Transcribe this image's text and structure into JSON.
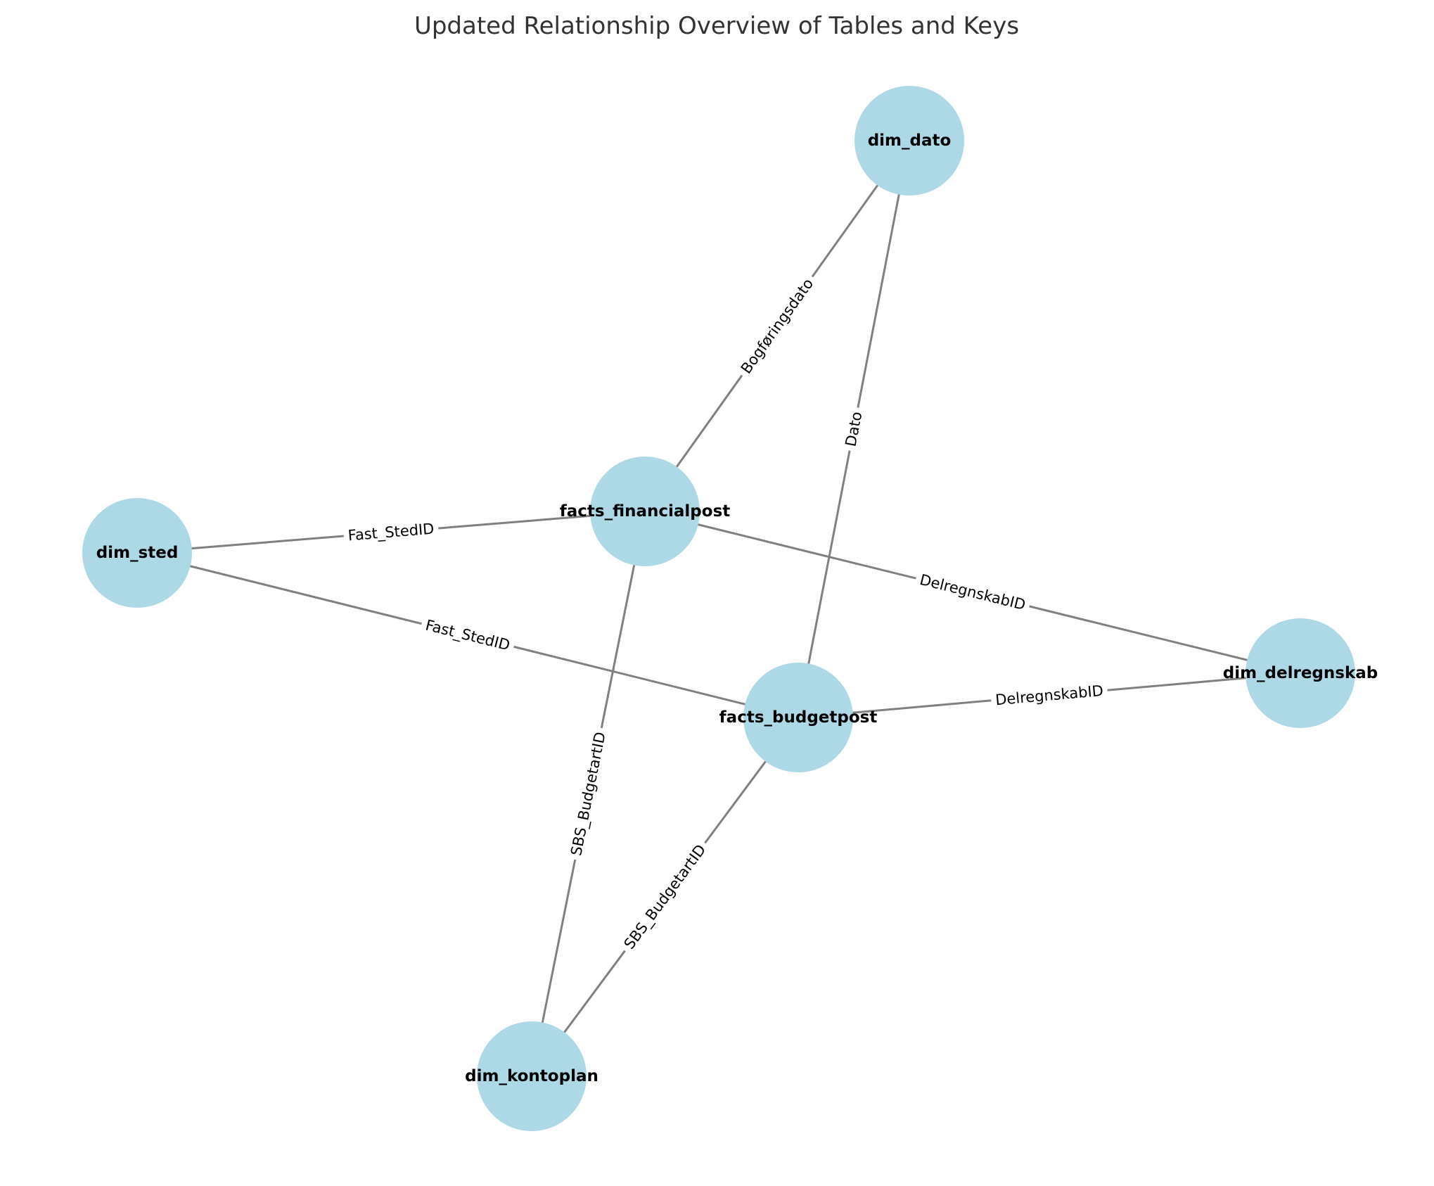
{
  "title": "Updated Relationship Overview of Tables and Keys",
  "colors": {
    "node_fill": "#add8e6",
    "edge": "#808080",
    "label_text": "#000000",
    "title_text": "#333333"
  },
  "nodes": [
    {
      "id": "dim_dato",
      "label": "dim_dato"
    },
    {
      "id": "facts_financialpost",
      "label": "facts_financialpost"
    },
    {
      "id": "dim_sted",
      "label": "dim_sted"
    },
    {
      "id": "dim_delregnskab",
      "label": "dim_delregnskab"
    },
    {
      "id": "facts_budgetpost",
      "label": "facts_budgetpost"
    },
    {
      "id": "dim_kontoplan",
      "label": "dim_kontoplan"
    }
  ],
  "edges": [
    {
      "source": "dim_dato",
      "target": "facts_financialpost",
      "label": "Bogføringsdato"
    },
    {
      "source": "dim_dato",
      "target": "facts_budgetpost",
      "label": "Dato"
    },
    {
      "source": "dim_sted",
      "target": "facts_financialpost",
      "label": "Fast_StedID"
    },
    {
      "source": "dim_sted",
      "target": "facts_budgetpost",
      "label": "Fast_StedID"
    },
    {
      "source": "facts_financialpost",
      "target": "dim_delregnskab",
      "label": "DelregnskabID"
    },
    {
      "source": "facts_budgetpost",
      "target": "dim_delregnskab",
      "label": "DelregnskabID"
    },
    {
      "source": "facts_financialpost",
      "target": "dim_kontoplan",
      "label": "SBS_BudgetartID"
    },
    {
      "source": "facts_budgetpost",
      "target": "dim_kontoplan",
      "label": "SBS_BudgetartID"
    }
  ]
}
